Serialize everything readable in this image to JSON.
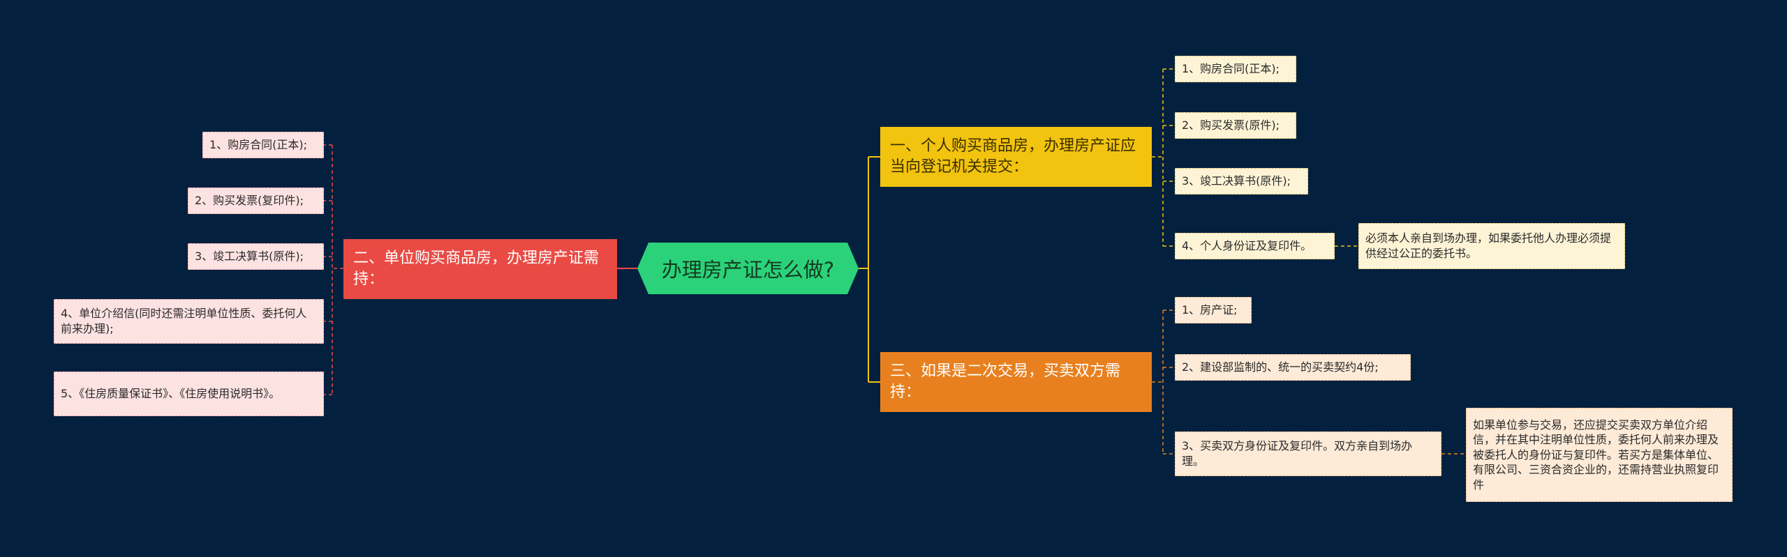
{
  "title": "办理房产证怎么做?",
  "left_branch": {
    "label": "二、单位购买商品房，办理房产证需持：",
    "items": [
      "1、购房合同(正本);",
      "2、购买发票(复印件);",
      "3、竣工决算书(原件);",
      "4、单位介绍信(同时还需注明单位性质、委托何人前来办理);",
      "5、《住房质量保证书》、《住房使用说明书》。"
    ]
  },
  "right_branch_1": {
    "label": "一、个人购买商品房，办理房产证应当向登记机关提交：",
    "items": [
      "1、购房合同(正本);",
      "2、购买发票(原件);",
      "3、竣工决算书(原件);",
      "4、个人身份证及复印件。"
    ],
    "note": "必须本人亲自到场办理，如果委托他人办理必须提供经过公正的委托书。"
  },
  "right_branch_3": {
    "label": "三、如果是二次交易，买卖双方需持：",
    "items": [
      "1、房产证;",
      "2、建设部监制的、统一的买卖契约4份;",
      "3、买卖双方身份证及复印件。双方亲自到场办理。"
    ],
    "note": "如果单位参与交易，还应提交买卖双方单位介绍信，并在其中注明单位性质，委托何人前来办理及被委托人的身份证与复印件。若买方是集体单位、有限公司、三资合资企业的，还需持营业执照复印件"
  },
  "colors": {
    "background": "#03213e",
    "center": "#2bd27a",
    "left_branch": "#e94b44",
    "right_branch_1": "#f2c30f",
    "right_branch_3": "#e8801f",
    "left_leaf": "#fde2e2",
    "right_leaf_1": "#fdf4d6",
    "right_leaf_3": "#fdead7"
  }
}
